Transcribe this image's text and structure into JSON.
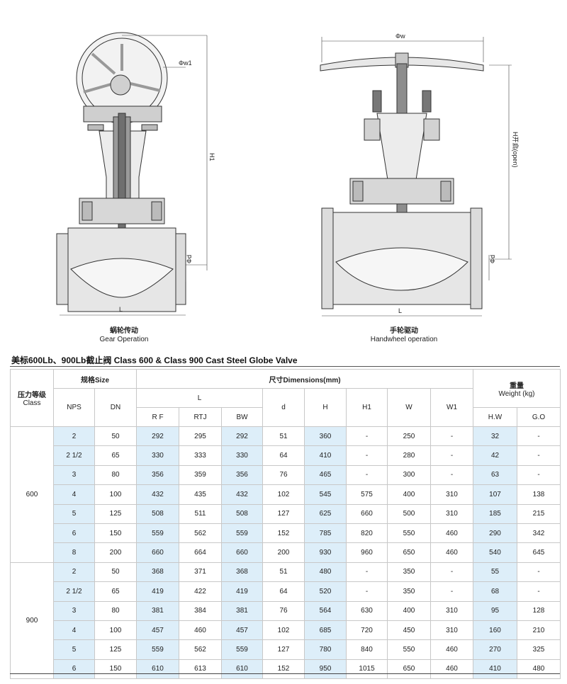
{
  "drawings": {
    "left": {
      "caption_zh": "蜗轮传动",
      "caption_en": "Gear Operation",
      "dims": {
        "w1": "Φw1",
        "h1": "H1",
        "d": "Φd",
        "l": "L"
      }
    },
    "right": {
      "caption_zh": "手轮驱动",
      "caption_en": "Handwheel operation",
      "dims": {
        "w": "Φw",
        "h": "H开启(open)",
        "d": "Φd",
        "l": "L"
      }
    }
  },
  "title": "美标600Lb、900Lb截止阀 Class 600 & Class 900 Cast Steel Globe Valve",
  "table": {
    "headers": {
      "class_zh": "压力等级",
      "class_en": "Class",
      "size": "规格Size",
      "dimensions": "尺寸Dimensions(mm)",
      "weight_zh": "重量",
      "weight_en": "Weight (kg)",
      "nps": "NPS",
      "dn": "DN",
      "l": "L",
      "rf": "R F",
      "rtj": "RTJ",
      "bw": "BW",
      "d": "d",
      "h": "H",
      "h1": "H1",
      "w": "W",
      "w1": "W1",
      "hw": "H.W",
      "go": "G.O"
    },
    "groups": [
      {
        "class": "600",
        "rows": [
          [
            "2",
            "50",
            "292",
            "295",
            "292",
            "51",
            "360",
            "-",
            "250",
            "-",
            "32",
            "-"
          ],
          [
            "2 1/2",
            "65",
            "330",
            "333",
            "330",
            "64",
            "410",
            "-",
            "280",
            "-",
            "42",
            "-"
          ],
          [
            "3",
            "80",
            "356",
            "359",
            "356",
            "76",
            "465",
            "-",
            "300",
            "-",
            "63",
            "-"
          ],
          [
            "4",
            "100",
            "432",
            "435",
            "432",
            "102",
            "545",
            "575",
            "400",
            "310",
            "107",
            "138"
          ],
          [
            "5",
            "125",
            "508",
            "511",
            "508",
            "127",
            "625",
            "660",
            "500",
            "310",
            "185",
            "215"
          ],
          [
            "6",
            "150",
            "559",
            "562",
            "559",
            "152",
            "785",
            "820",
            "550",
            "460",
            "290",
            "342"
          ],
          [
            "8",
            "200",
            "660",
            "664",
            "660",
            "200",
            "930",
            "960",
            "650",
            "460",
            "540",
            "645"
          ]
        ]
      },
      {
        "class": "900",
        "rows": [
          [
            "2",
            "50",
            "368",
            "371",
            "368",
            "51",
            "480",
            "-",
            "350",
            "-",
            "55",
            "-"
          ],
          [
            "2 1/2",
            "65",
            "419",
            "422",
            "419",
            "64",
            "520",
            "-",
            "350",
            "-",
            "68",
            "-"
          ],
          [
            "3",
            "80",
            "381",
            "384",
            "381",
            "76",
            "564",
            "630",
            "400",
            "310",
            "95",
            "128"
          ],
          [
            "4",
            "100",
            "457",
            "460",
            "457",
            "102",
            "685",
            "720",
            "450",
            "310",
            "160",
            "210"
          ],
          [
            "5",
            "125",
            "559",
            "562",
            "559",
            "127",
            "780",
            "840",
            "550",
            "460",
            "270",
            "325"
          ],
          [
            "6",
            "150",
            "610",
            "613",
            "610",
            "152",
            "950",
            "1015",
            "650",
            "460",
            "410",
            "480"
          ]
        ]
      }
    ]
  }
}
